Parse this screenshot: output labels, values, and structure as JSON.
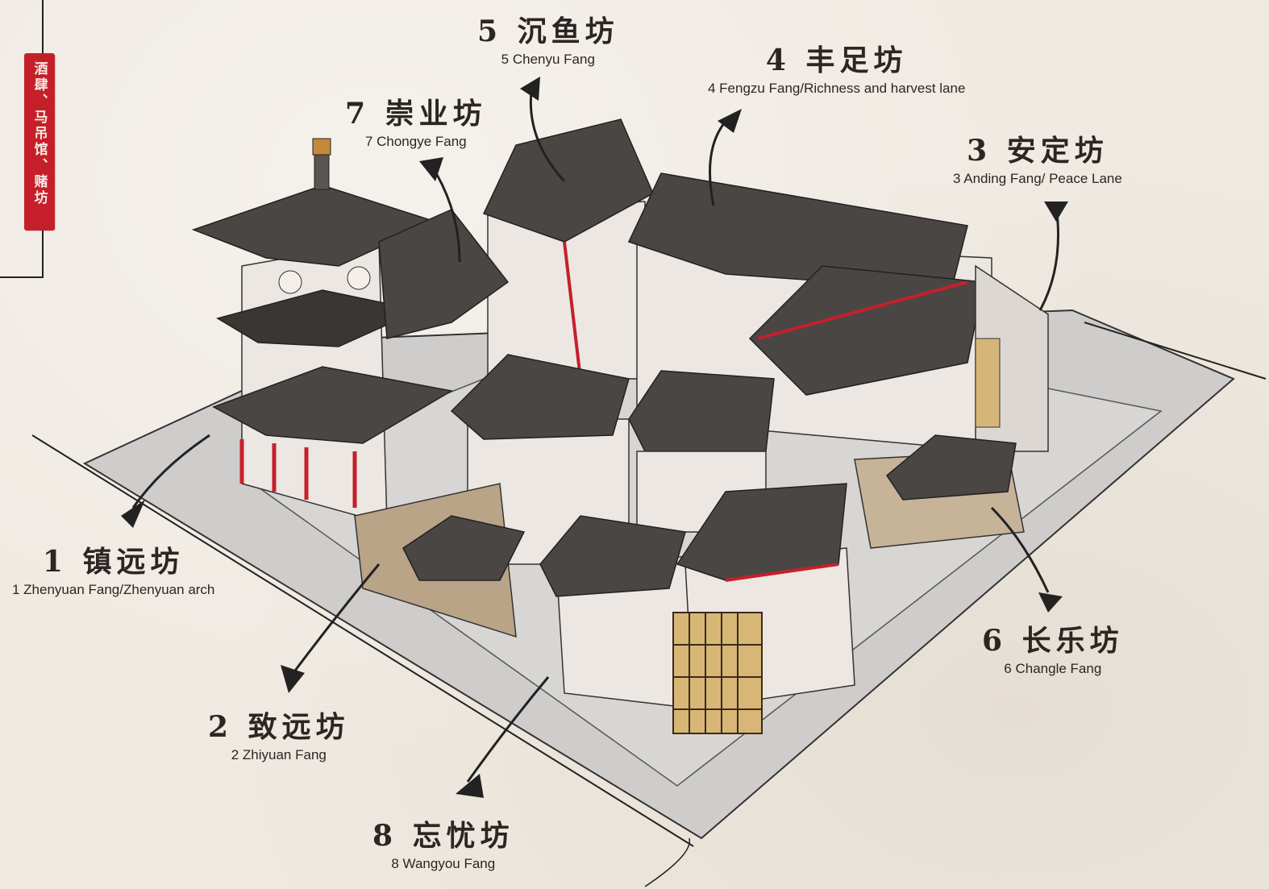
{
  "side_banner": {
    "text": "酒肆、马吊馆、赌坊"
  },
  "labels": [
    {
      "id": "l1",
      "zh": "1 镇远坊",
      "en": "1  Zhenyuan Fang/Zhenyuan arch"
    },
    {
      "id": "l2",
      "zh": "2 致远坊",
      "en": "2  Zhiyuan Fang"
    },
    {
      "id": "l3",
      "zh": "3 安定坊",
      "en": "3  Anding Fang/ Peace Lane"
    },
    {
      "id": "l4",
      "zh": "4 丰足坊",
      "en": "4  Fengzu Fang/Richness and harvest lane"
    },
    {
      "id": "l5",
      "zh": "5 沉鱼坊",
      "en": "5  Chenyu Fang"
    },
    {
      "id": "l6",
      "zh": "6 长乐坊",
      "en": "6  Changle Fang"
    },
    {
      "id": "l7",
      "zh": "7 崇业坊",
      "en": "7  Chongye Fang"
    },
    {
      "id": "l8",
      "zh": "8 忘忧坊",
      "en": "8  Wangyou Fang"
    }
  ],
  "colors": {
    "roof": "#4a4644",
    "roof_dark": "#3a3634",
    "wall": "#ece7e2",
    "accent_red": "#c5202a",
    "ground": "#cfcdcb",
    "ink": "#222222"
  }
}
